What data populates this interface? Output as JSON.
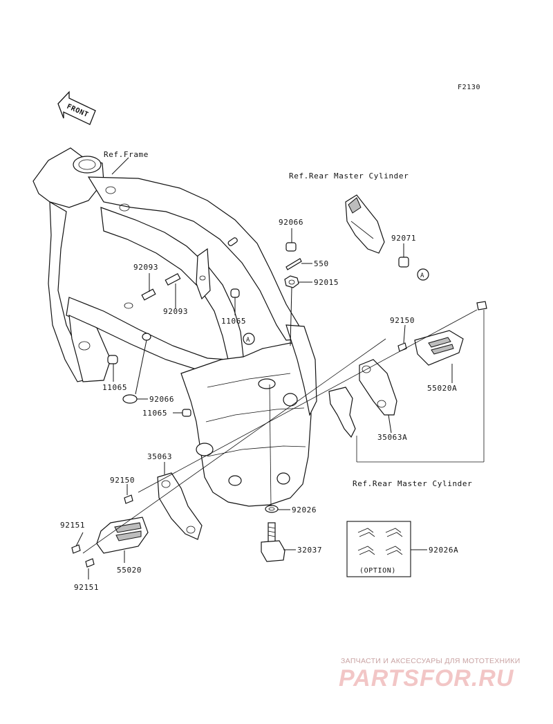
{
  "figure_code": "F2130",
  "front_label": "FRONT",
  "refs": {
    "frame": "Ref.Frame",
    "rear_master_top": "Ref.Rear Master Cylinder",
    "rear_master_bottom": "Ref.Rear Master Cylinder",
    "option": "(OPTION)"
  },
  "callout_marker": "A",
  "parts": {
    "p92066_top": "92066",
    "p550": "550",
    "p92015": "92015",
    "p92071": "92071",
    "p92093_a": "92093",
    "p92093_b": "92093",
    "p11065_a": "11065",
    "p11065_b": "11065",
    "p11065_c": "11065",
    "p92066_left": "92066",
    "p92150_right": "92150",
    "p55020A": "55020A",
    "p35063A": "35063A",
    "p35063": "35063",
    "p92150_left": "92150",
    "p92151_top": "92151",
    "p92151_bottom": "92151",
    "p55020": "55020",
    "p92026": "92026",
    "p32037": "32037",
    "p92026A": "92026A"
  },
  "watermark": {
    "tagline": "ЗАПЧАСТИ И АКСЕССУАРЫ ДЛЯ МОТОТЕХНИКИ",
    "brand": "PARTSFOR.RU"
  }
}
